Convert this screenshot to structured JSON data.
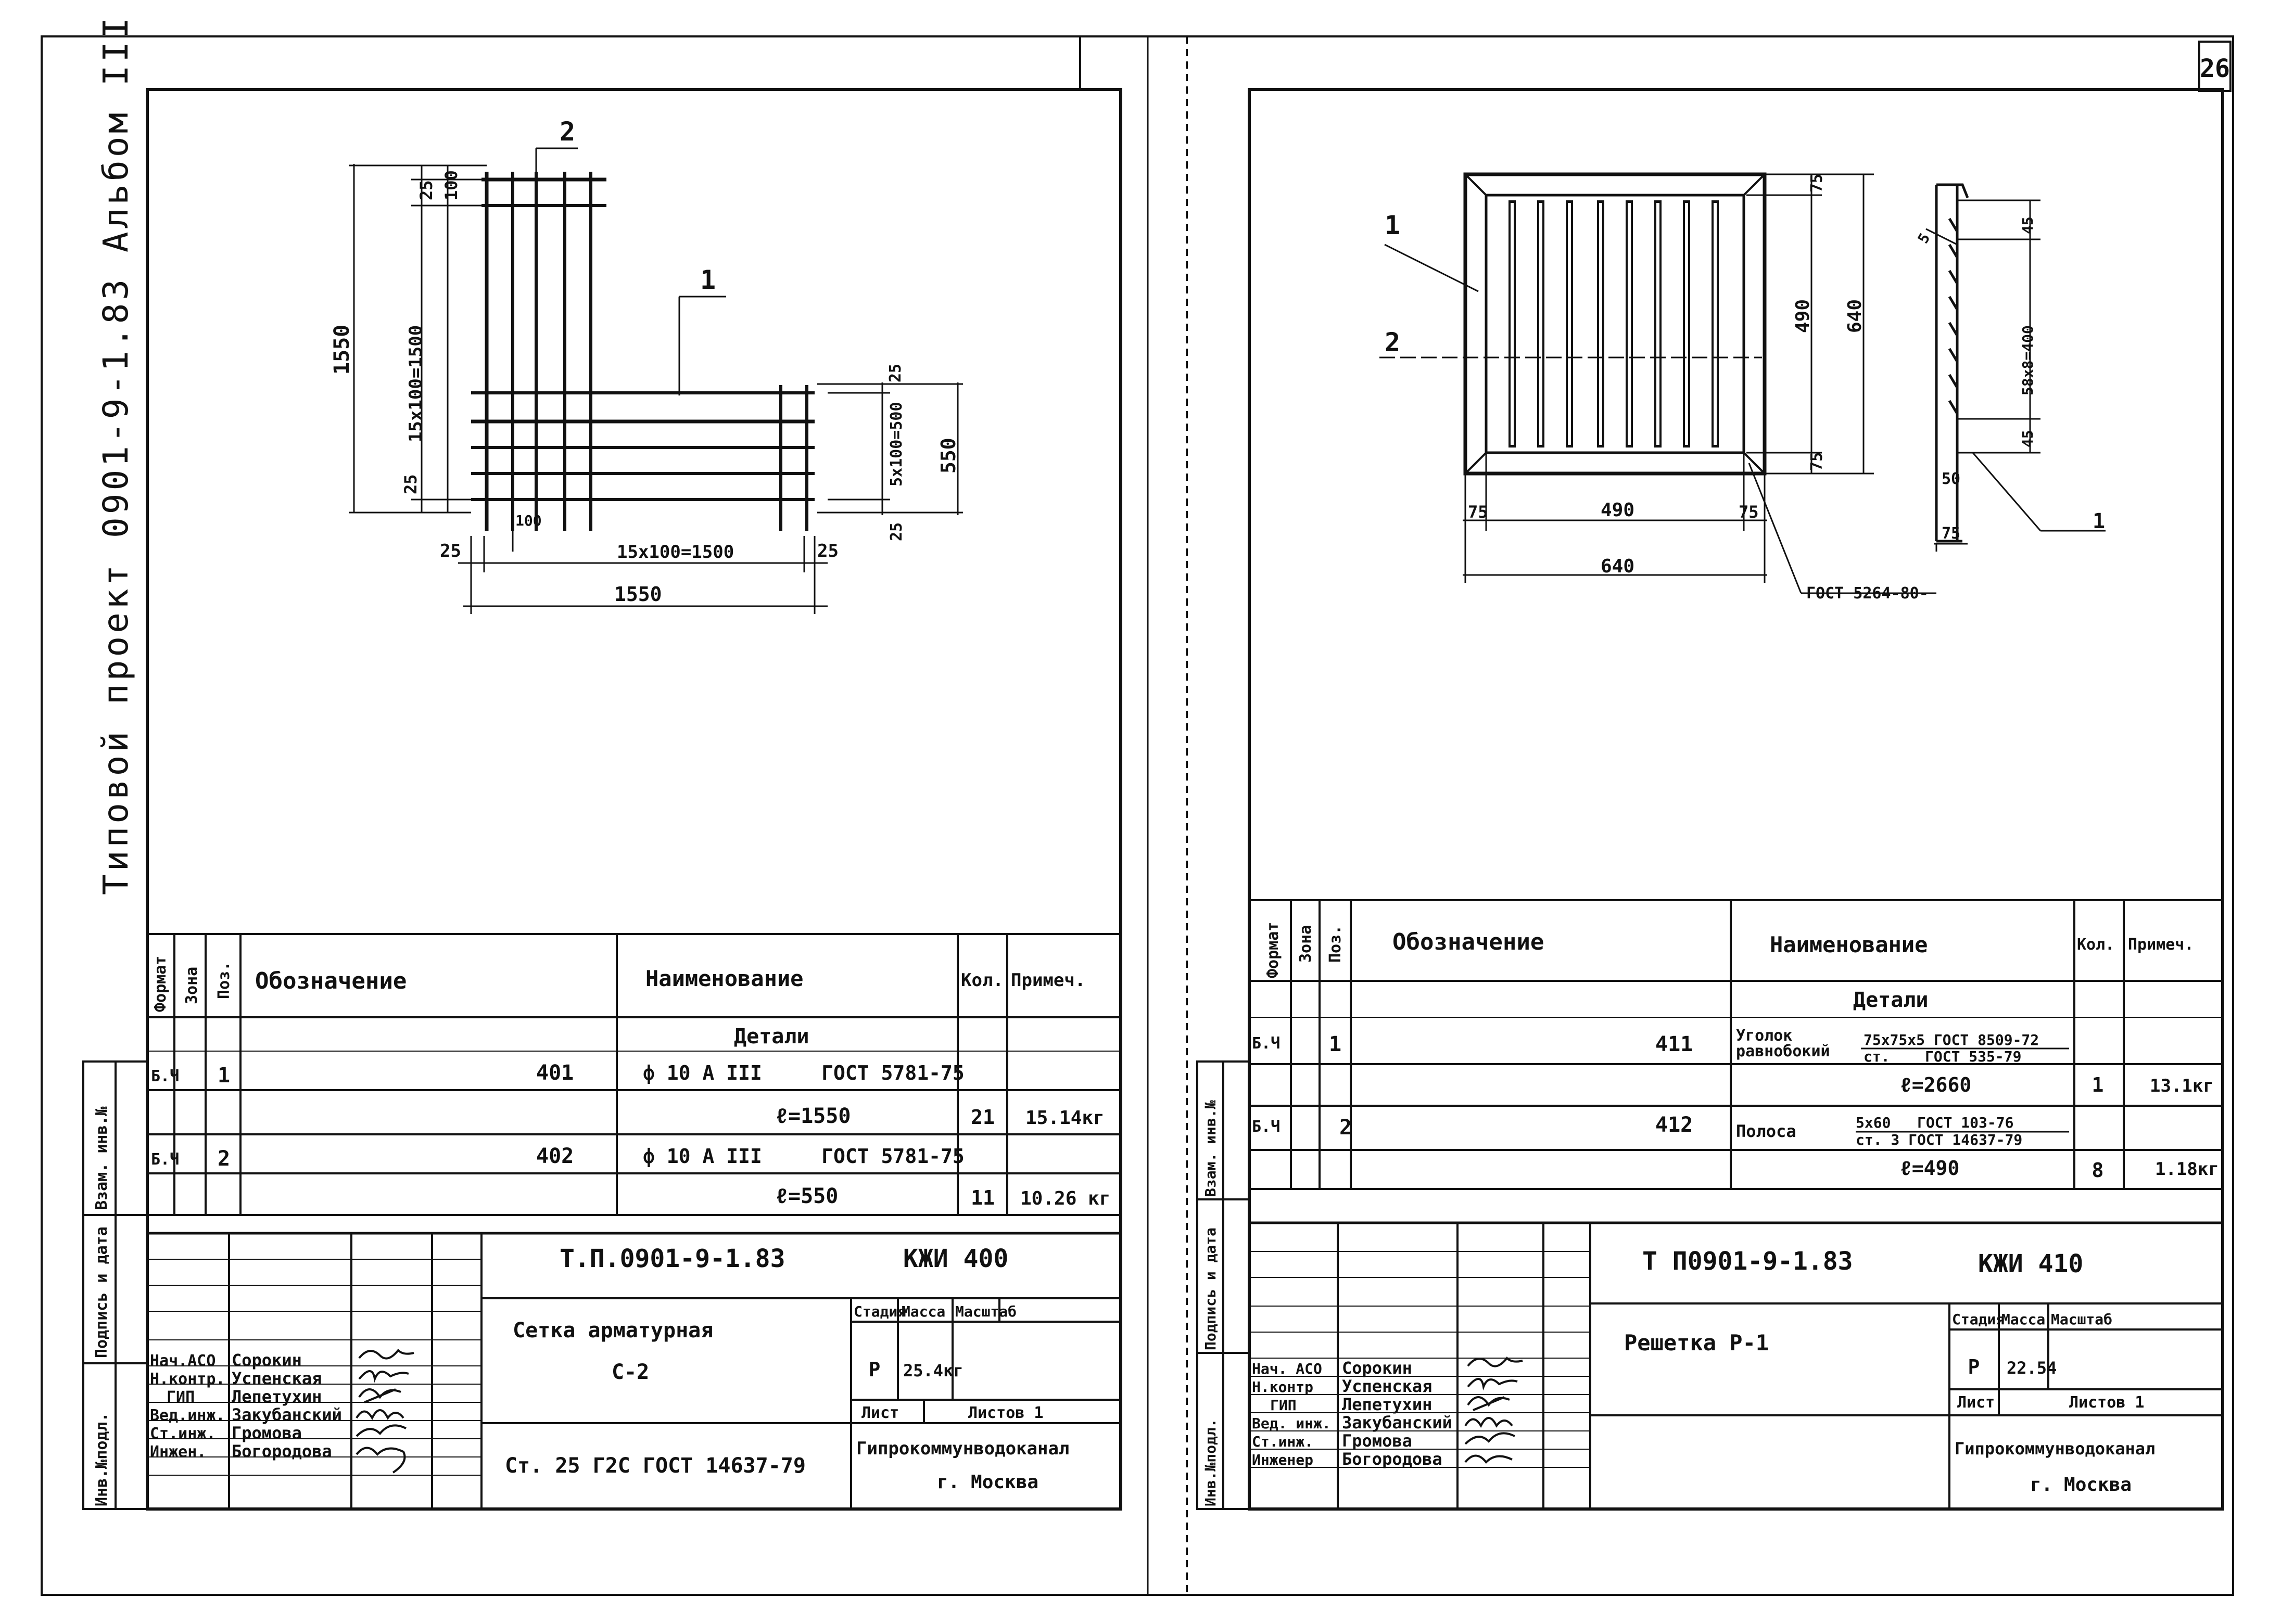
{
  "header": {
    "album_label": "Типовой проект 0901-9-1.83  Альбом III",
    "page_number": "26"
  },
  "left_sheet": {
    "drawing": {
      "callout_1": "1",
      "callout_2": "2",
      "dims": {
        "top_25": "25",
        "top_100": "100",
        "vert_1550": "1550",
        "vert_15x100": "15x100=1500",
        "vert_25b": "25",
        "right_25": "25",
        "right_5x100": "5x100=500",
        "right_550": "550",
        "right_25b": "25",
        "bot_100": "100",
        "bot_25": "25",
        "bot_15x100": "15x100=1500",
        "bot_25b": "25",
        "bot_1550": "1550"
      }
    },
    "spec": {
      "headers": {
        "format": "Формат",
        "zone": "Зона",
        "pos": "Поз.",
        "designation": "Обозначение",
        "name": "Наименование",
        "qty": "Кол.",
        "note": "Примеч."
      },
      "section": "Детали",
      "rows": [
        {
          "format": "Б.Ч",
          "pos": "1",
          "designation": "401",
          "name": "ф 10 А III     ГОСТ 5781-75",
          "qty": "",
          "note": ""
        },
        {
          "format": "",
          "pos": "",
          "designation": "",
          "name": "ℓ=1550",
          "qty": "21",
          "note": "15.14кг"
        },
        {
          "format": "Б.Ч",
          "pos": "2",
          "designation": "402",
          "name": "ф 10 А III     ГОСТ 5781-75",
          "qty": "",
          "note": ""
        },
        {
          "format": "",
          "pos": "",
          "designation": "",
          "name": "ℓ=550",
          "qty": "11",
          "note": "10.26 кг"
        }
      ]
    },
    "side_labels": [
      "Взам. инв.№",
      "Подпись и дата",
      "Инв.№подл."
    ],
    "title_block": {
      "code": "Т.П.0901-9-1.83",
      "doc": "КЖИ 400",
      "item_line1": "Сетка арматурная",
      "item_line2": "С-2",
      "stage_h": "Стадия",
      "mass_h": "Масса",
      "scale_h": "Масштаб",
      "stage": "Р",
      "mass": "25.4кг",
      "sheet_h": "Лист",
      "sheets_h": "Листов 1",
      "material": "Ст. 25 Г2С  ГОСТ 14637-79",
      "org_line1": "Гипрокоммунводоканал",
      "org_line2": "г. Москва",
      "staff": [
        {
          "role": "Нач.АСО",
          "name": "Сорокин"
        },
        {
          "role": "Н.контр.",
          "name": "Успенская"
        },
        {
          "role": "ГИП",
          "name": "Лепетухин"
        },
        {
          "role": "Вед.инж.",
          "name": "Закубанский"
        },
        {
          "role": "Ст.инж.",
          "name": "Громова"
        },
        {
          "role": "Инжен.",
          "name": "Богородова"
        }
      ]
    }
  },
  "right_sheet": {
    "drawing": {
      "callout_1": "1",
      "callout_2": "2",
      "callout_1b": "1",
      "dims": {
        "r75a": "75",
        "r490v": "490",
        "r640v": "640",
        "r75b": "75",
        "b75a": "75",
        "b490": "490",
        "b75b": "75",
        "b640": "640",
        "gost": "ГОСТ 5264-80-",
        "s5": "5",
        "s45a": "45",
        "s58x8": "58x8=400",
        "s45b": "45",
        "s50": "50",
        "s75": "75"
      }
    },
    "spec": {
      "headers": {
        "format": "Формат",
        "zone": "Зона",
        "pos": "Поз.",
        "designation": "Обозначение",
        "name": "Наименование",
        "qty": "Кол.",
        "note": "Примеч."
      },
      "section": "Детали",
      "rows": [
        {
          "format": "Б.Ч",
          "pos": "1",
          "designation": "411",
          "name_a": "Уголок",
          "name_b": "равнобокий",
          "frac_top": "75x75x5 ГОСТ 8509-72",
          "frac_bot": "ст.    ГОСТ 535-79",
          "qty": "",
          "note": ""
        },
        {
          "format": "",
          "pos": "",
          "designation": "",
          "name": "ℓ=2660",
          "qty": "1",
          "note": "13.1кг"
        },
        {
          "format": "Б.Ч",
          "pos": "2",
          "designation": "412",
          "name_a": "Полоса",
          "name_b": "",
          "frac_top": "5x60   ГОСТ 103-76",
          "frac_bot": "ст. 3 ГОСТ 14637-79",
          "qty": "",
          "note": ""
        },
        {
          "format": "",
          "pos": "",
          "designation": "",
          "name": "ℓ=490",
          "qty": "8",
          "note": "1.18кг"
        }
      ]
    },
    "side_labels": [
      "Взам. инв.№",
      "Подпись и дата",
      "Инв.№подл."
    ],
    "title_block": {
      "code": "Т П0901-9-1.83",
      "doc": "КЖИ 410",
      "item_line1": "Решетка Р-1",
      "stage_h": "Стадия",
      "mass_h": "Масса",
      "scale_h": "Масштаб",
      "stage": "Р",
      "mass": "22.54",
      "sheet_h": "Лист",
      "sheets_h": "Листов 1",
      "org_line1": "Гипрокоммунводоканал",
      "org_line2": "г. Москва",
      "staff": [
        {
          "role": "Нач. АСО",
          "name": "Сорокин"
        },
        {
          "role": "Н.контр",
          "name": "Успенская"
        },
        {
          "role": "ГИП",
          "name": "Лепетухин"
        },
        {
          "role": "Вед. инж.",
          "name": "Закубанский"
        },
        {
          "role": "Ст.инж.",
          "name": "Громова"
        },
        {
          "role": "Инженер",
          "name": "Богородова"
        }
      ]
    }
  }
}
